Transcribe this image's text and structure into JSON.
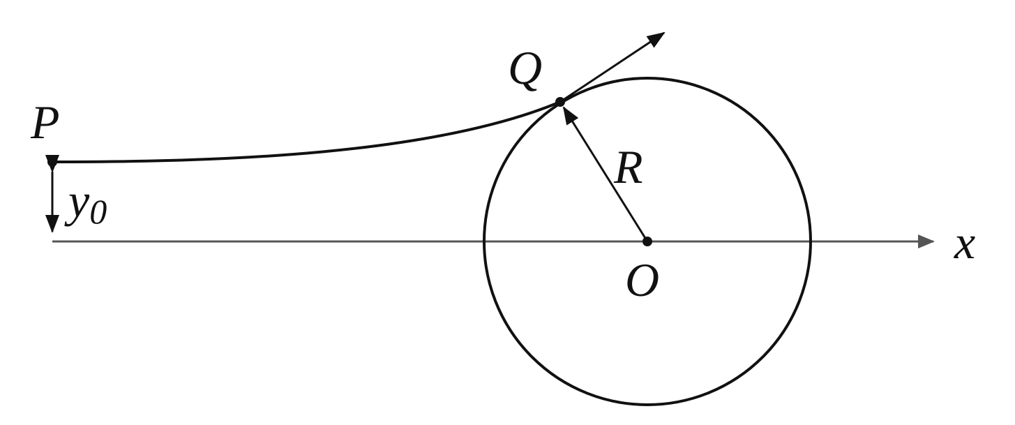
{
  "labels": {
    "point_p": "P",
    "point_q": "Q",
    "radius": "R",
    "offset": "y",
    "offset_subscript": "0",
    "axis_x": "x",
    "center": "O"
  },
  "colors": {
    "stroke": "#111111",
    "axis": "#555555",
    "background": "#ffffff"
  }
}
